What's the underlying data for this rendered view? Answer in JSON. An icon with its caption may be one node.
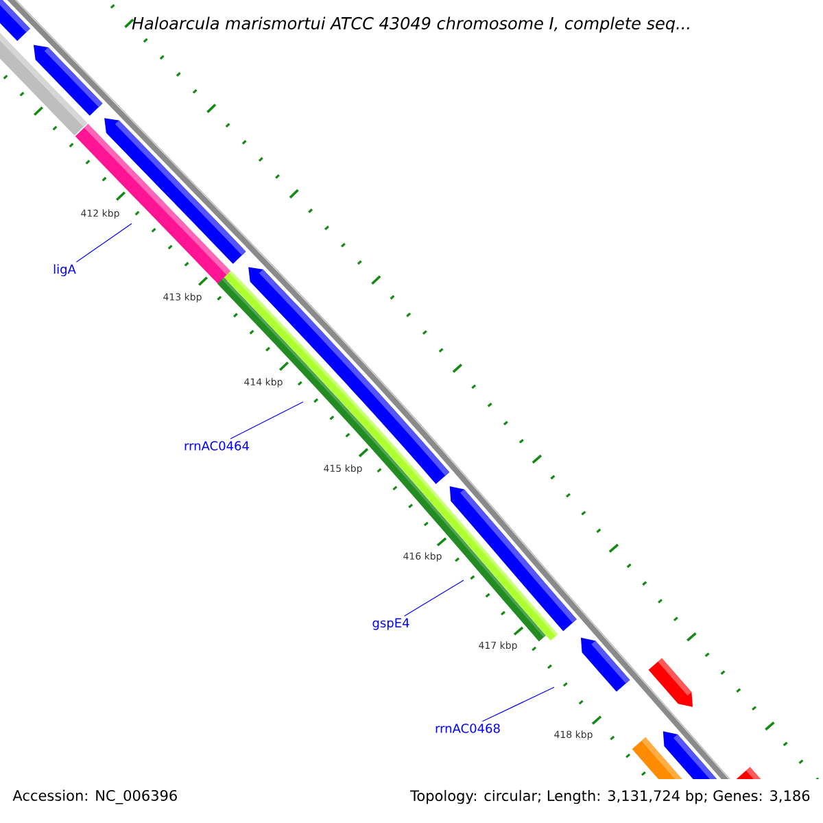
{
  "diagram": {
    "title": "Haloarcula marismortui ATCC 43049 chromosome I, complete seq...",
    "nodes": [
      {
        "text": [
          "ligA"
        ]
      },
      {
        "text": [
          "rrnAC0464"
        ]
      },
      {
        "text": [
          "gspE4"
        ]
      },
      {
        "text": [
          "rrnAC0468"
        ]
      }
    ],
    "edges": [
      {
        "from": 0,
        "to": null,
        "arrow": "none"
      },
      {
        "from": 1,
        "to": null,
        "arrow": "none"
      },
      {
        "from": 2,
        "to": null,
        "arrow": "none"
      },
      {
        "from": 3,
        "to": null,
        "arrow": "none"
      }
    ],
    "labels": [
      "412 kbp",
      "413 kbp",
      "414 kbp",
      "415 kbp",
      "416 kbp",
      "417 kbp",
      "418 kbp",
      "Accession: NC_006396",
      "Topology: circular; Length: 3,131,724 bp; Genes: 3,186"
    ]
  }
}
